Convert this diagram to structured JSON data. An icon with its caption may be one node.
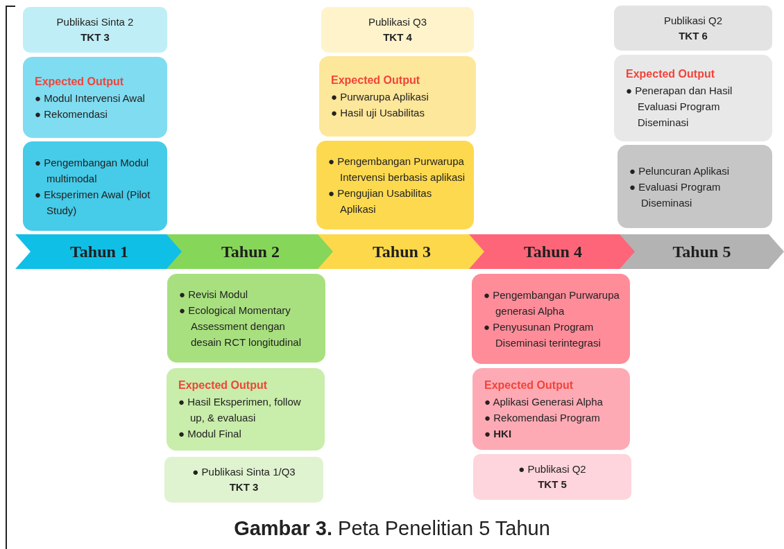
{
  "diagram": {
    "caption": "**Gambar 3.** Peta Penelitian 5 Tahun",
    "nodes": [
      {
        "text": [
          "Publikasi Sinta 2",
          "TKT 3"
        ]
      },
      {
        "text": [
          "Expected Output",
          "● Modul Intervensi Awal",
          "● Rekomendasi"
        ]
      },
      {
        "text": [
          "● Pengembangan Modul multimodal",
          "● Eksperimen Awal (Pilot Study)"
        ]
      },
      {
        "text": [
          "Publikasi Q3",
          "TKT 4"
        ]
      },
      {
        "text": [
          "Expected Output",
          "● Purwarupa Aplikasi",
          "● Hasil uji Usabilitas"
        ]
      },
      {
        "text": [
          "● Pengembangan Purwarupa Intervensi berbasis aplikasi",
          "● Pengujian Usabilitas Aplikasi"
        ]
      },
      {
        "text": [
          "Publikasi Q2",
          "TKT 6"
        ]
      },
      {
        "text": [
          "Expected Output",
          "● Penerapan dan Hasil Evaluasi Program Diseminasi"
        ]
      },
      {
        "text": [
          "● Peluncuran Aplikasi",
          "● Evaluasi Program Diseminasi"
        ]
      },
      {
        "text": [
          "Tahun 1"
        ]
      },
      {
        "text": [
          "Tahun 2"
        ]
      },
      {
        "text": [
          "Tahun 3"
        ]
      },
      {
        "text": [
          "Tahun 4"
        ]
      },
      {
        "text": [
          "Tahun 5"
        ]
      },
      {
        "text": [
          "● Revisi Modul",
          "● Ecological Momentary Assessment dengan desain RCT longitudinal"
        ]
      },
      {
        "text": [
          "Expected Output",
          "● Hasil Eksperimen, follow up, & evaluasi",
          "● Modul Final"
        ]
      },
      {
        "text": [
          "● Publikasi Sinta 1/Q3",
          "TKT 3"
        ]
      },
      {
        "text": [
          "● Pengembangan Purwarupa generasi Alpha",
          "● Penyusunan Program Diseminasi terintegrasi"
        ]
      },
      {
        "text": [
          "Expected Output",
          "● Aplikasi Generasi Alpha",
          "● Rekomendasi Program",
          "● **HKI**"
        ]
      },
      {
        "text": [
          "● Publikasi Q2",
          "TKT 5"
        ]
      }
    ]
  }
}
